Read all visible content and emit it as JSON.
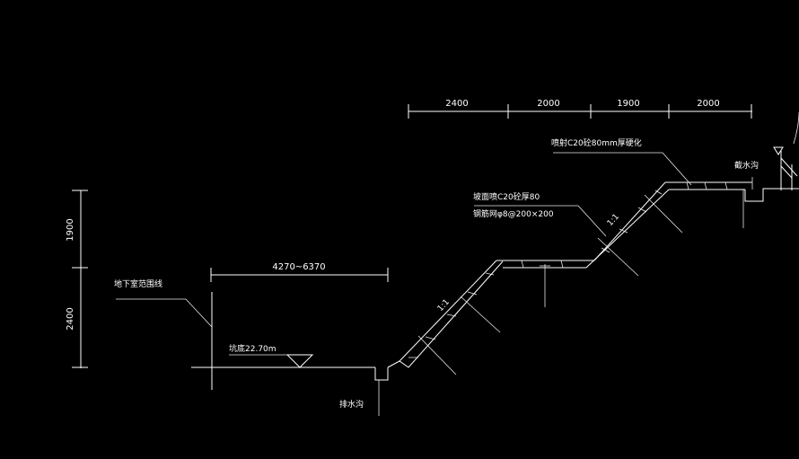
{
  "colors": {
    "background": "#000000",
    "line": "#ffffff"
  },
  "dimensions": {
    "top": [
      "2400",
      "2000",
      "1900",
      "2000"
    ],
    "bench": "4270~6370",
    "left_upper": "1900",
    "left_lower": "2400"
  },
  "labels": {
    "basement_line": "地下室范围线",
    "pit_bottom": "坑底22.70m",
    "drain_bottom": "排水沟",
    "drain_top": "截水沟",
    "crest_spray": "喷射C20砼80mm厚硬化",
    "slope_spray": "坡面喷C20砼厚80",
    "mesh": "钢筋网φ8@200×200",
    "slope_ratio_lower": "1:1",
    "slope_ratio_upper": "1:1"
  }
}
